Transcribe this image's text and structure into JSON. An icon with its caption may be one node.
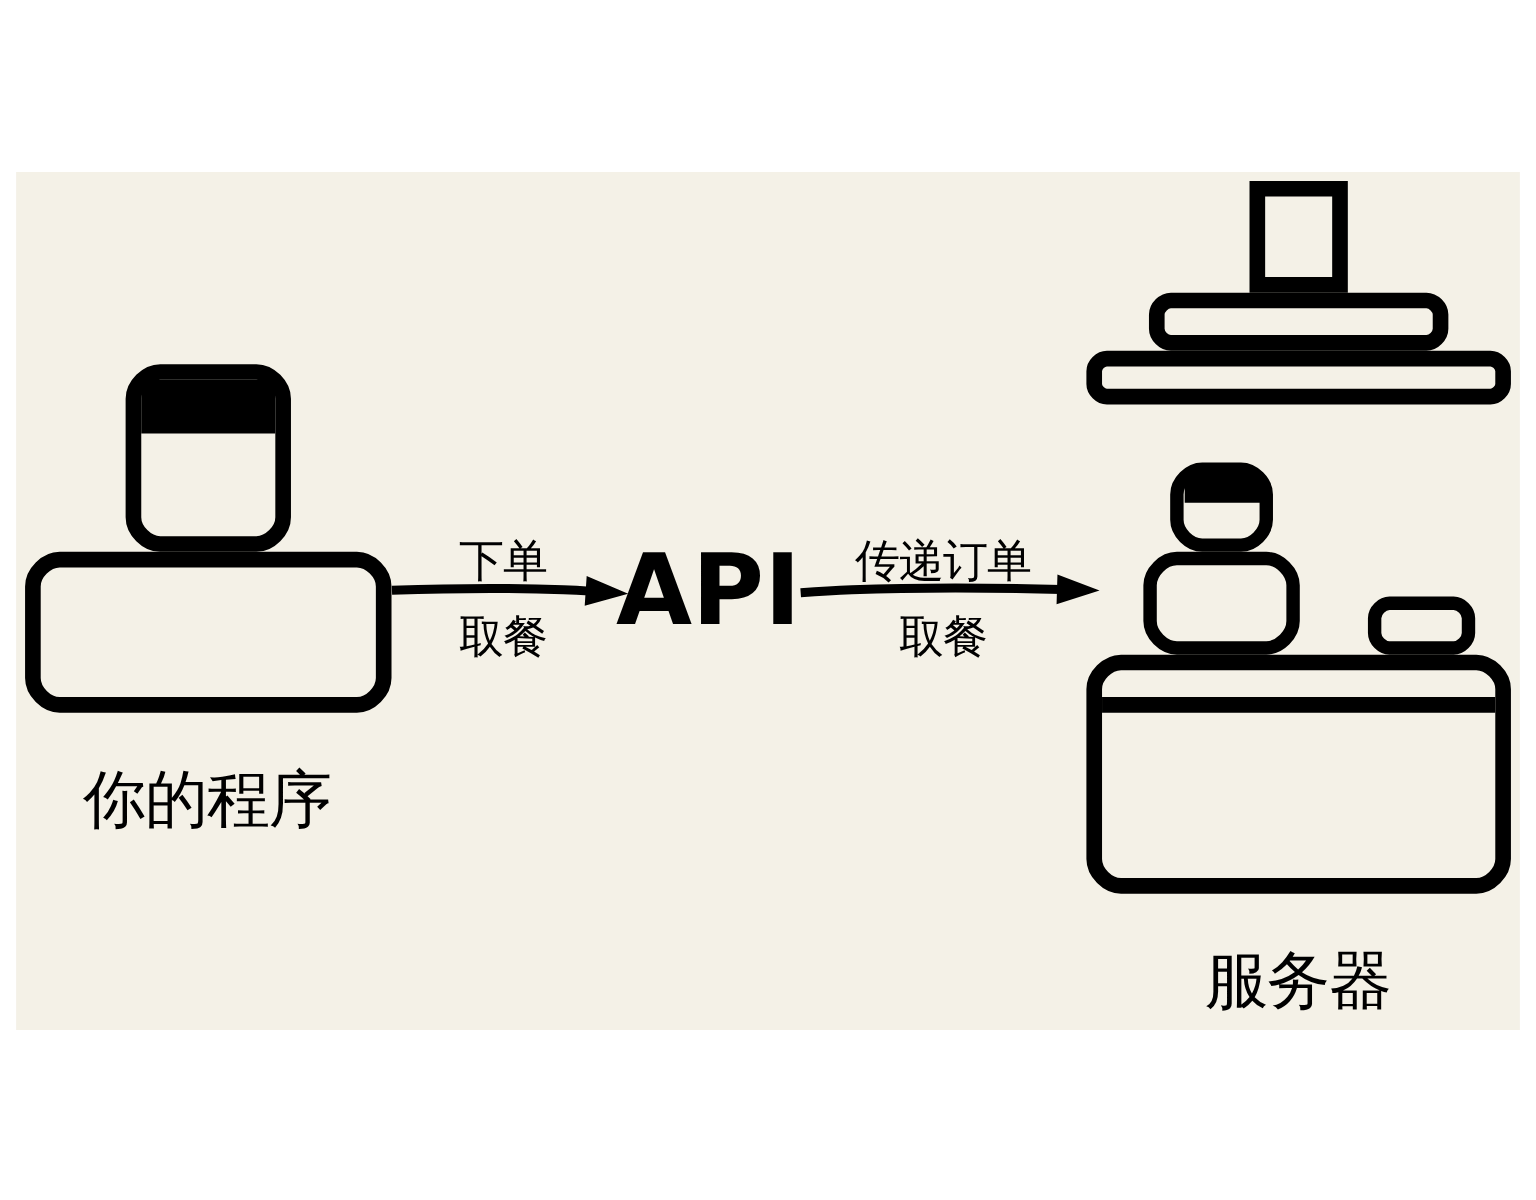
{
  "diagram": {
    "nodes": [
      {
        "text": [],
        "shape": "person",
        "beside": [
          "你的程序"
        ]
      },
      {
        "text": [
          "API"
        ]
      },
      {
        "text": [],
        "shape": "picture",
        "beside": [
          "服务器"
        ]
      }
    ],
    "edges": [
      {
        "from": 0,
        "to": 1,
        "arrow": "to",
        "label": "下单"
      },
      {
        "from": 1,
        "to": 2,
        "arrow": "to",
        "label": "传递订单"
      }
    ],
    "labels": [
      "取餐",
      "取餐"
    ]
  }
}
